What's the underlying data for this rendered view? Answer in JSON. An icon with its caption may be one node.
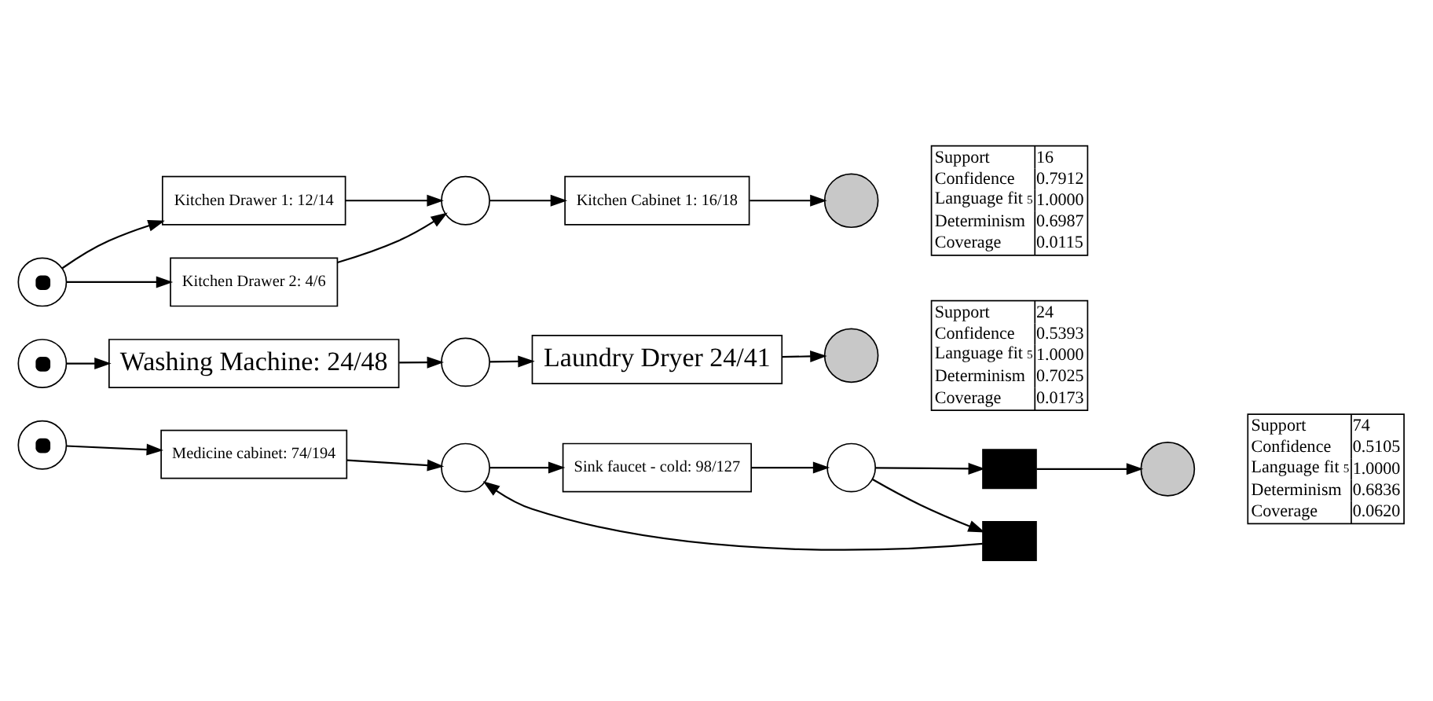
{
  "diagram": {
    "nodes": [
      {
        "text": [],
        "shape": "circle"
      },
      {
        "text": [
          "Kitchen Drawer 1: 12/14"
        ]
      },
      {
        "text": [
          "Kitchen Drawer 2: 4/6"
        ]
      },
      {
        "text": [],
        "shape": "circle"
      },
      {
        "text": [
          "Kitchen Cabinet 1: 16/18"
        ]
      },
      {
        "text": [],
        "shape": "circle"
      },
      {
        "text": [],
        "shape": "circle"
      },
      {
        "text": [
          "Washing Machine: 24/48"
        ]
      },
      {
        "text": [],
        "shape": "circle"
      },
      {
        "text": [
          "Laundry Dryer 24/41"
        ]
      },
      {
        "text": [],
        "shape": "circle"
      },
      {
        "text": [],
        "shape": "circle"
      },
      {
        "text": [
          "Medicine cabinet: 74/194"
        ]
      },
      {
        "text": [],
        "shape": "circle"
      },
      {
        "text": [
          "Sink faucet - cold: 98/127"
        ]
      },
      {
        "text": [],
        "shape": "circle"
      },
      {
        "text": [],
        "shape": "box"
      },
      {
        "text": [],
        "shape": "box"
      },
      {
        "text": [],
        "shape": "circle"
      }
    ],
    "edges": [
      {
        "from": 0,
        "to": 1,
        "arrow": "to"
      },
      {
        "from": 0,
        "to": 2,
        "arrow": "to"
      },
      {
        "from": 1,
        "to": 3,
        "arrow": "to"
      },
      {
        "from": 2,
        "to": 3,
        "arrow": "to"
      },
      {
        "from": 3,
        "to": 4,
        "arrow": "to"
      },
      {
        "from": 4,
        "to": 5,
        "arrow": "to"
      },
      {
        "from": 6,
        "to": 7,
        "arrow": "to"
      },
      {
        "from": 7,
        "to": 8,
        "arrow": "to"
      },
      {
        "from": 8,
        "to": 9,
        "arrow": "to"
      },
      {
        "from": 9,
        "to": 10,
        "arrow": "to"
      },
      {
        "from": 11,
        "to": 12,
        "arrow": "to"
      },
      {
        "from": 12,
        "to": 13,
        "arrow": "to"
      },
      {
        "from": 13,
        "to": 14,
        "arrow": "to"
      },
      {
        "from": 14,
        "to": 15,
        "arrow": "to"
      },
      {
        "from": 15,
        "to": 16,
        "arrow": "to"
      },
      {
        "from": 15,
        "to": 17,
        "arrow": "to"
      },
      {
        "from": 16,
        "to": 18,
        "arrow": "to"
      },
      {
        "from": 17,
        "to": 13,
        "arrow": "to"
      }
    ],
    "labels": [
      "Support",
      "16",
      "Confidence",
      "0.7912",
      "Language fit$_{5}$",
      "1.0000",
      "Determinism",
      "0.6987",
      "Coverage",
      "0.0115",
      "Support",
      "24",
      "Confidence",
      "0.5393",
      "Language fit$_{5}$",
      "1.0000",
      "Determinism",
      "0.7025",
      "Coverage",
      "0.0173",
      "Support",
      "74",
      "Confidence",
      "0.5105",
      "Language fit$_{5}$",
      "1.0000",
      "Determinism",
      "0.6836",
      "Coverage",
      "0.0620"
    ]
  }
}
